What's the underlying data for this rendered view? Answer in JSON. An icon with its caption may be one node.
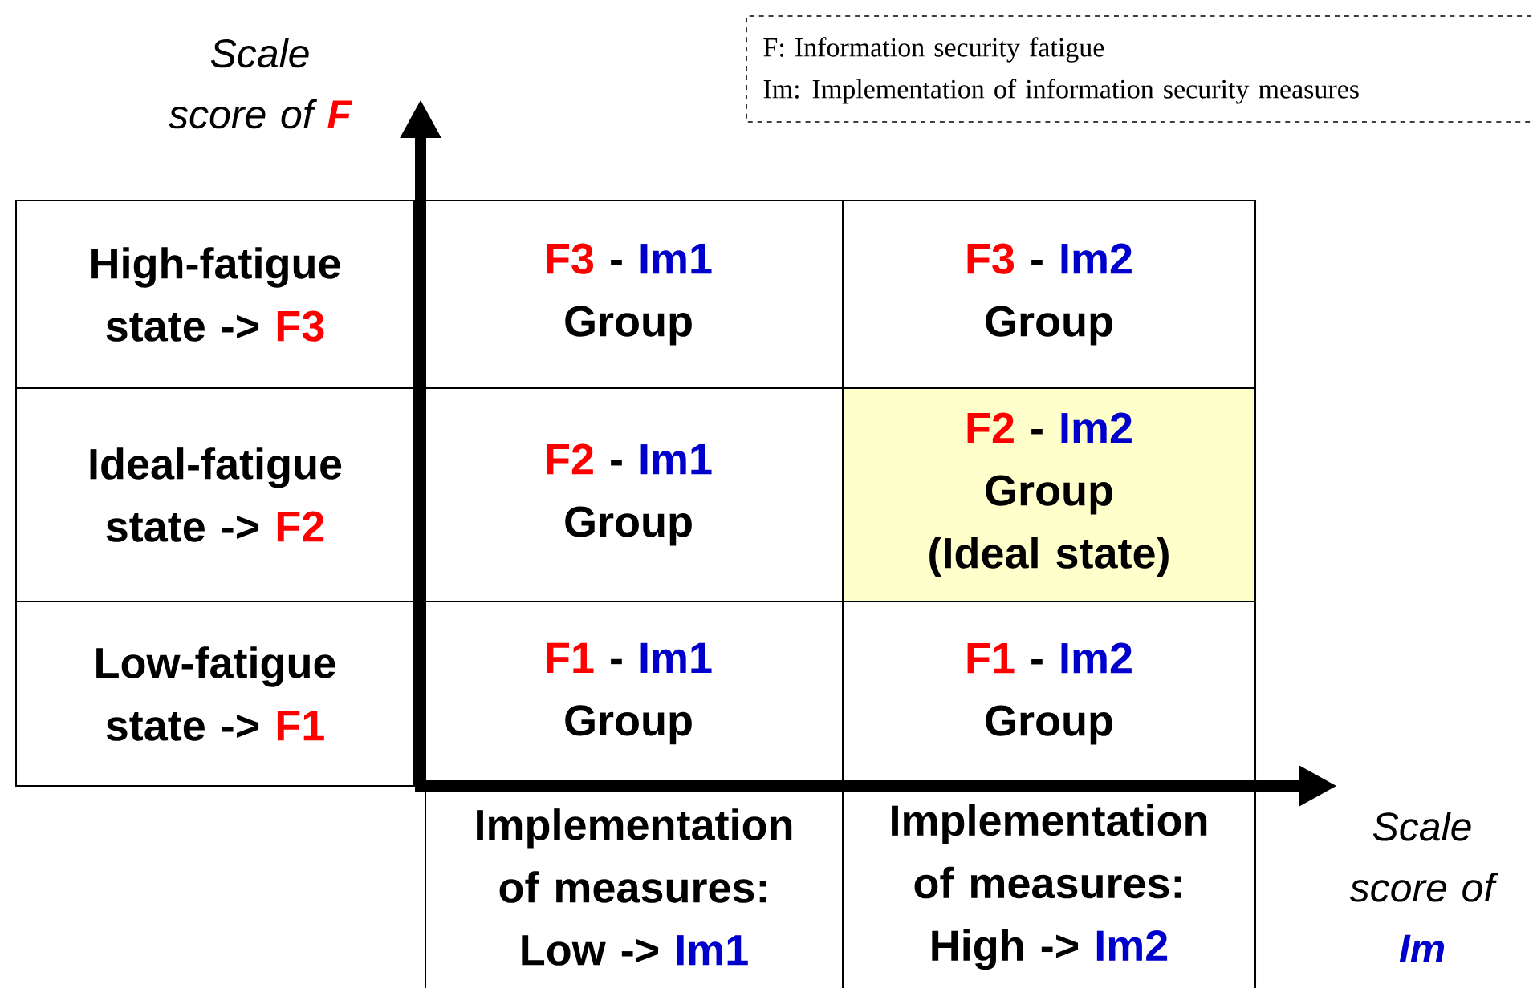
{
  "diagram": {
    "nodes": [
      {
        "text": [
          "High-fatigue state ->",
          "F3"
        ]
      },
      {
        "text": [
          "F3",
          "-",
          "Im1",
          "Group"
        ]
      },
      {
        "text": [
          "F3",
          "-",
          "Im2",
          "Group"
        ]
      },
      {
        "text": [
          "Ideal-fatigue state ->",
          "F2"
        ]
      },
      {
        "text": [
          "F2",
          "-",
          "Im1",
          "Group"
        ]
      },
      {
        "text": [
          "F2",
          "-",
          "Im2",
          "Group",
          "(Ideal state)"
        ]
      },
      {
        "text": [
          "Low-fatigue state ->",
          "F1"
        ]
      },
      {
        "text": [
          "F1",
          "-",
          "Im1",
          "Group"
        ]
      },
      {
        "text": [
          "F1",
          "-",
          "Im2",
          "Group"
        ]
      },
      {
        "text": [
          "Implementation of measures: Low ->",
          "Im1"
        ]
      },
      {
        "text": [
          "Implementation of measures: High ->",
          "Im2"
        ]
      }
    ],
    "labels": [
      "Scale score of",
      "F",
      "F: Information security fatigue",
      "Im: Implementation of information security measures",
      "Scale score of",
      "Im"
    ]
  }
}
